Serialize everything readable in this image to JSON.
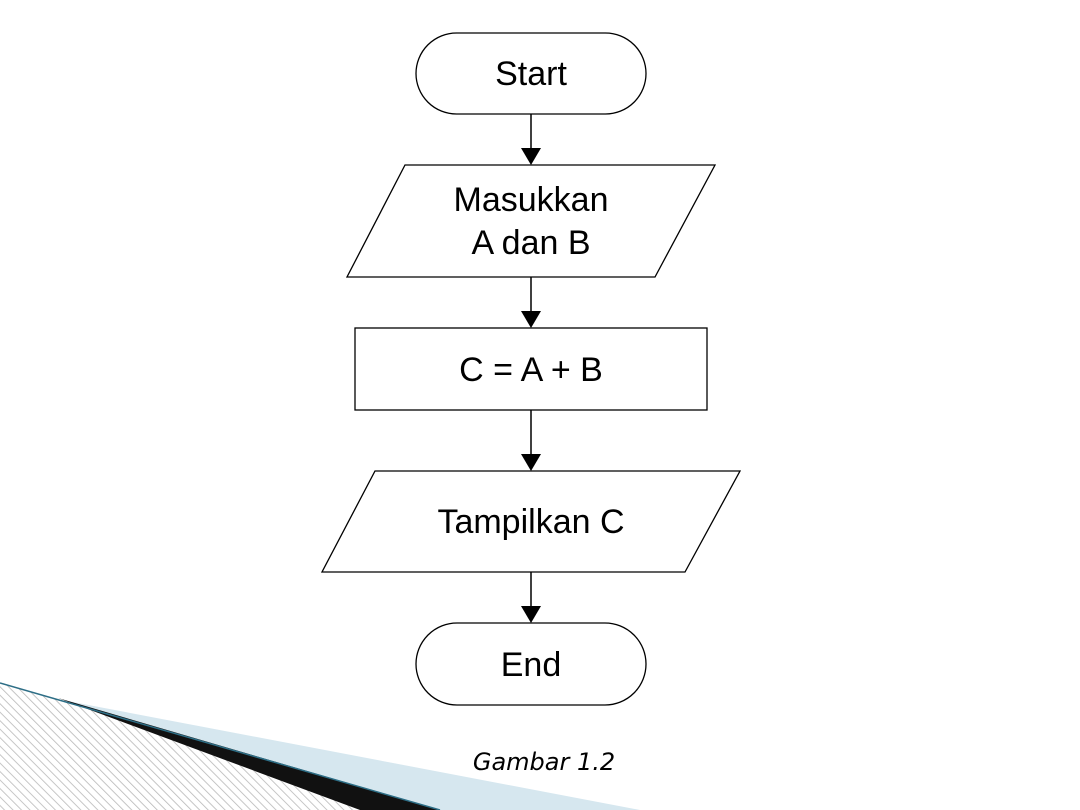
{
  "flowchart": {
    "start_label": "Start",
    "input_label_line1": "Masukkan",
    "input_label_line2": "A dan B",
    "process_label": "C = A + B",
    "output_label": "Tampilkan C",
    "end_label": "End"
  },
  "caption": "Gambar 1.2",
  "colors": {
    "decor_dark": "#111111",
    "decor_light": "#d6e7ef",
    "decor_teal": "#2d6e86",
    "decor_hatch": "#b8b8b8"
  }
}
